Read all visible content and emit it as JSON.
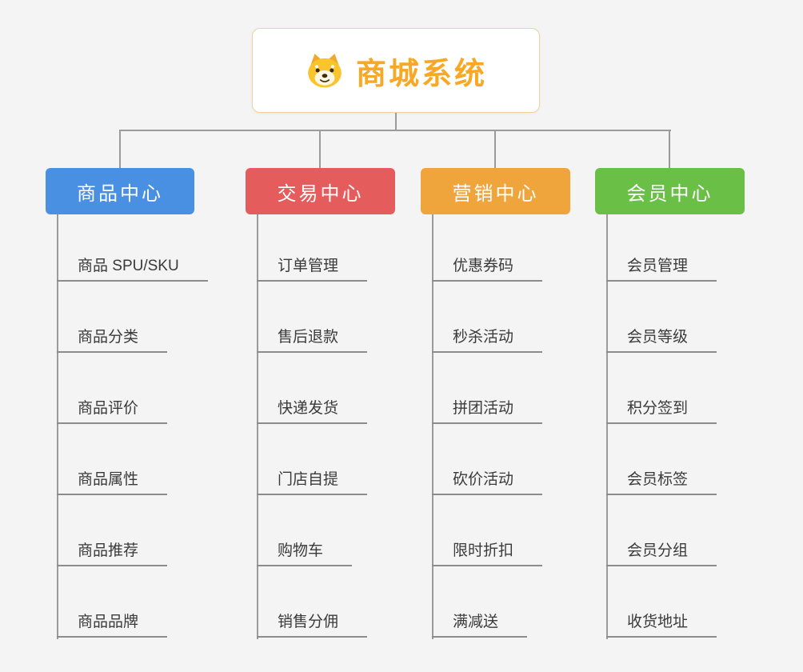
{
  "page": {
    "background": "#f4f4f4",
    "connector_color": "#9b9b9b"
  },
  "root": {
    "title": "商城系统",
    "color": "#f8a823",
    "border_color": "#f3d19e",
    "icon": "dog-icon",
    "icon_color": "#fac42d"
  },
  "branches": [
    {
      "label": "商品中心",
      "color": "#4a90e2",
      "children": [
        "商品 SPU/SKU",
        "商品分类",
        "商品评价",
        "商品属性",
        "商品推荐",
        "商品品牌"
      ]
    },
    {
      "label": "交易中心",
      "color": "#e45c5c",
      "children": [
        "订单管理",
        "售后退款",
        "快递发货",
        "门店自提",
        "购物车",
        "销售分佣"
      ]
    },
    {
      "label": "营销中心",
      "color": "#efa53c",
      "children": [
        "优惠券码",
        "秒杀活动",
        "拼团活动",
        "砍价活动",
        "限时折扣",
        "满减送"
      ]
    },
    {
      "label": "会员中心",
      "color": "#6abf47",
      "children": [
        "会员管理",
        "会员等级",
        "积分签到",
        "会员标签",
        "会员分组",
        "收货地址"
      ]
    }
  ]
}
